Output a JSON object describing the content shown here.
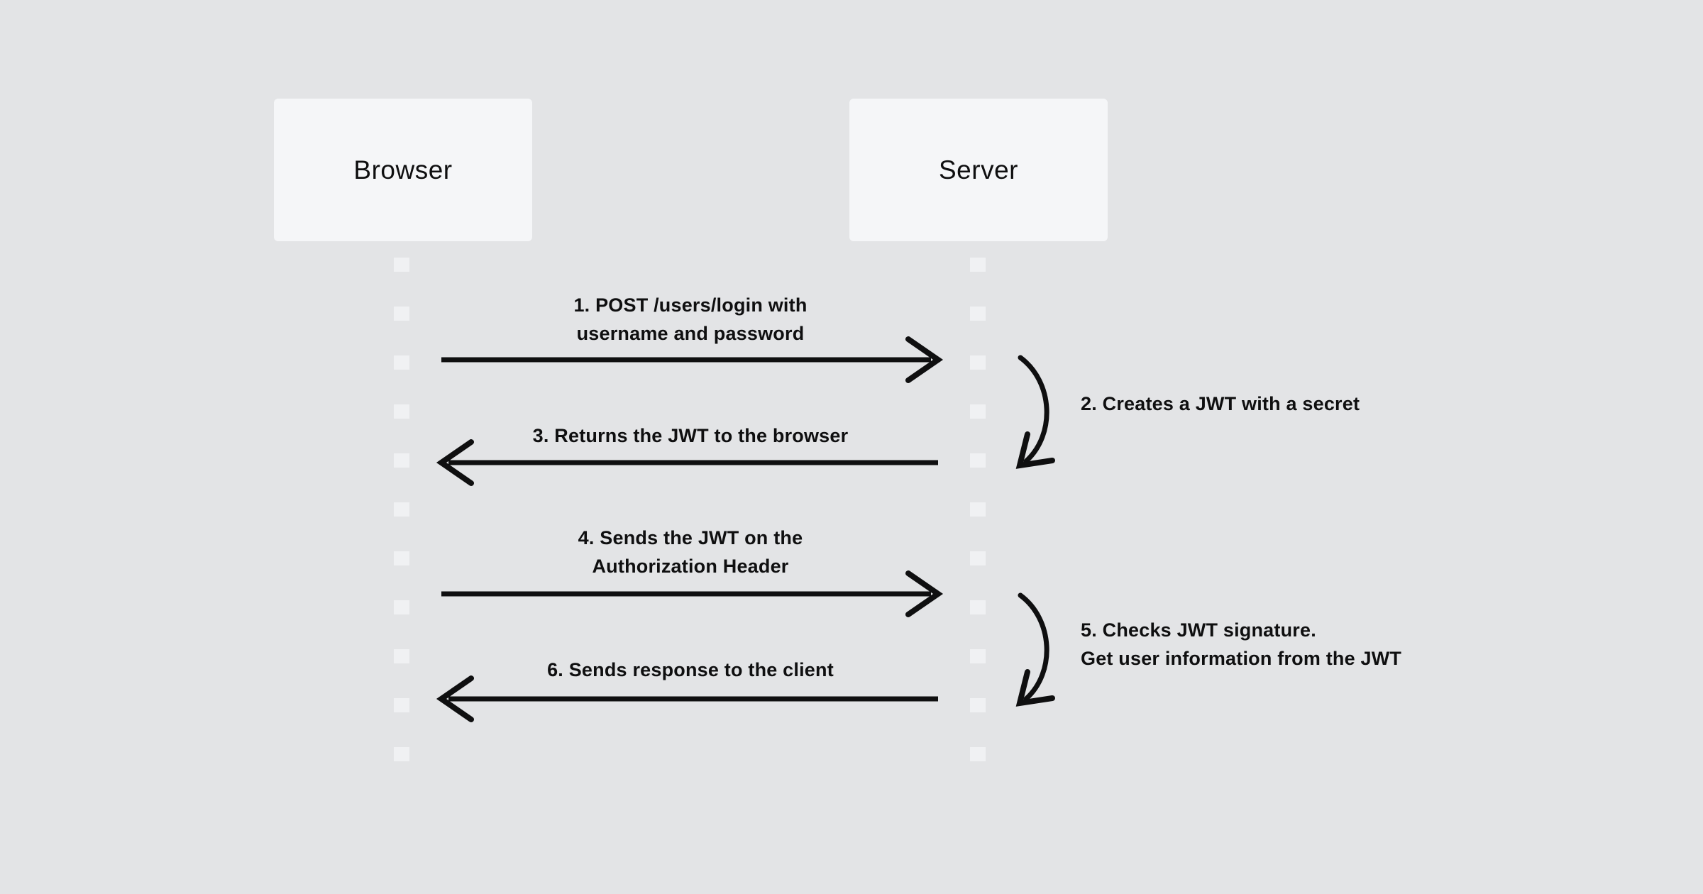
{
  "diagram": {
    "type": "sequence-diagram",
    "topic": "JWT authentication flow"
  },
  "actors": [
    {
      "id": "browser",
      "label": "Browser"
    },
    {
      "id": "server",
      "label": "Server"
    }
  ],
  "messages": [
    {
      "num": "1",
      "from": "browser",
      "to": "server",
      "kind": "arrow-right",
      "label": "1. POST /users/login with\nusername and password"
    },
    {
      "num": "2",
      "from": "server",
      "to": "server",
      "kind": "self",
      "label": "2. Creates a JWT with a secret"
    },
    {
      "num": "3",
      "from": "server",
      "to": "browser",
      "kind": "arrow-left",
      "label": "3. Returns the JWT to the browser"
    },
    {
      "num": "4",
      "from": "browser",
      "to": "server",
      "kind": "arrow-right",
      "label": "4. Sends the JWT on the\nAuthorization Header"
    },
    {
      "num": "5",
      "from": "server",
      "to": "server",
      "kind": "self",
      "label": "5. Checks JWT signature.\nGet user information from the JWT"
    },
    {
      "num": "6",
      "from": "server",
      "to": "browser",
      "kind": "arrow-left",
      "label": "6. Sends response to the client"
    }
  ],
  "colors": {
    "background": "#e3e4e6",
    "actor_box": "#f5f6f8",
    "lifeline_dash": "#f0f1f3",
    "ink": "#0f0f10"
  }
}
